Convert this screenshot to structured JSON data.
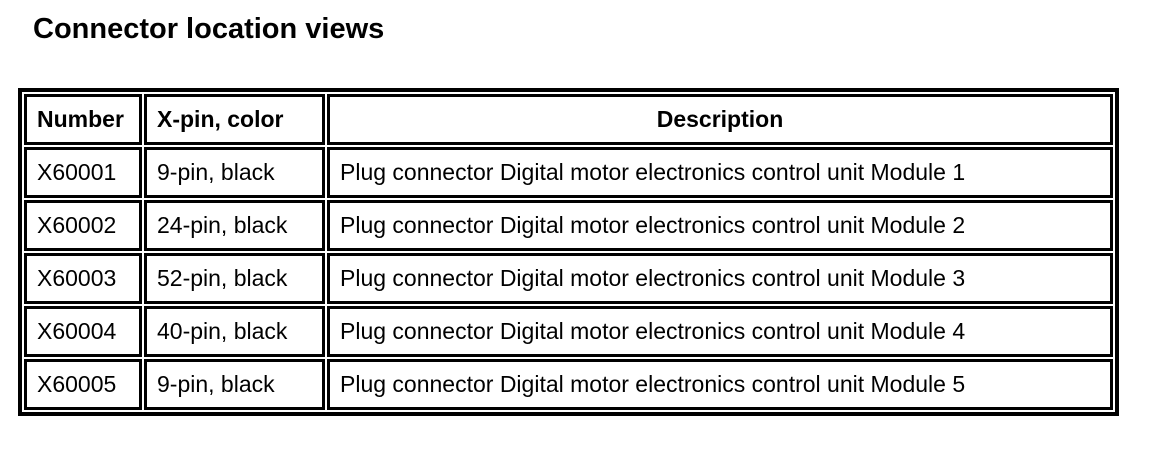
{
  "page": {
    "title": "Connector location views"
  },
  "colors": {
    "background": "#ffffff",
    "text": "#000000",
    "border": "#000000"
  },
  "table": {
    "headers": [
      {
        "label": "Number"
      },
      {
        "label": "X-pin, color"
      },
      {
        "label": "Description"
      }
    ],
    "rows": [
      {
        "number": "X60001",
        "pin_color": "9-pin, black",
        "description": "Plug connector Digital motor electronics control unit Module 1"
      },
      {
        "number": "X60002",
        "pin_color": "24-pin, black",
        "description": "Plug connector Digital motor electronics control unit Module 2"
      },
      {
        "number": "X60003",
        "pin_color": "52-pin, black",
        "description": "Plug connector Digital motor electronics control unit Module 3"
      },
      {
        "number": "X60004",
        "pin_color": "40-pin, black",
        "description": "Plug connector Digital motor electronics control unit Module 4"
      },
      {
        "number": "X60005",
        "pin_color": "9-pin, black",
        "description": "Plug connector Digital motor electronics control unit Module 5"
      }
    ]
  }
}
